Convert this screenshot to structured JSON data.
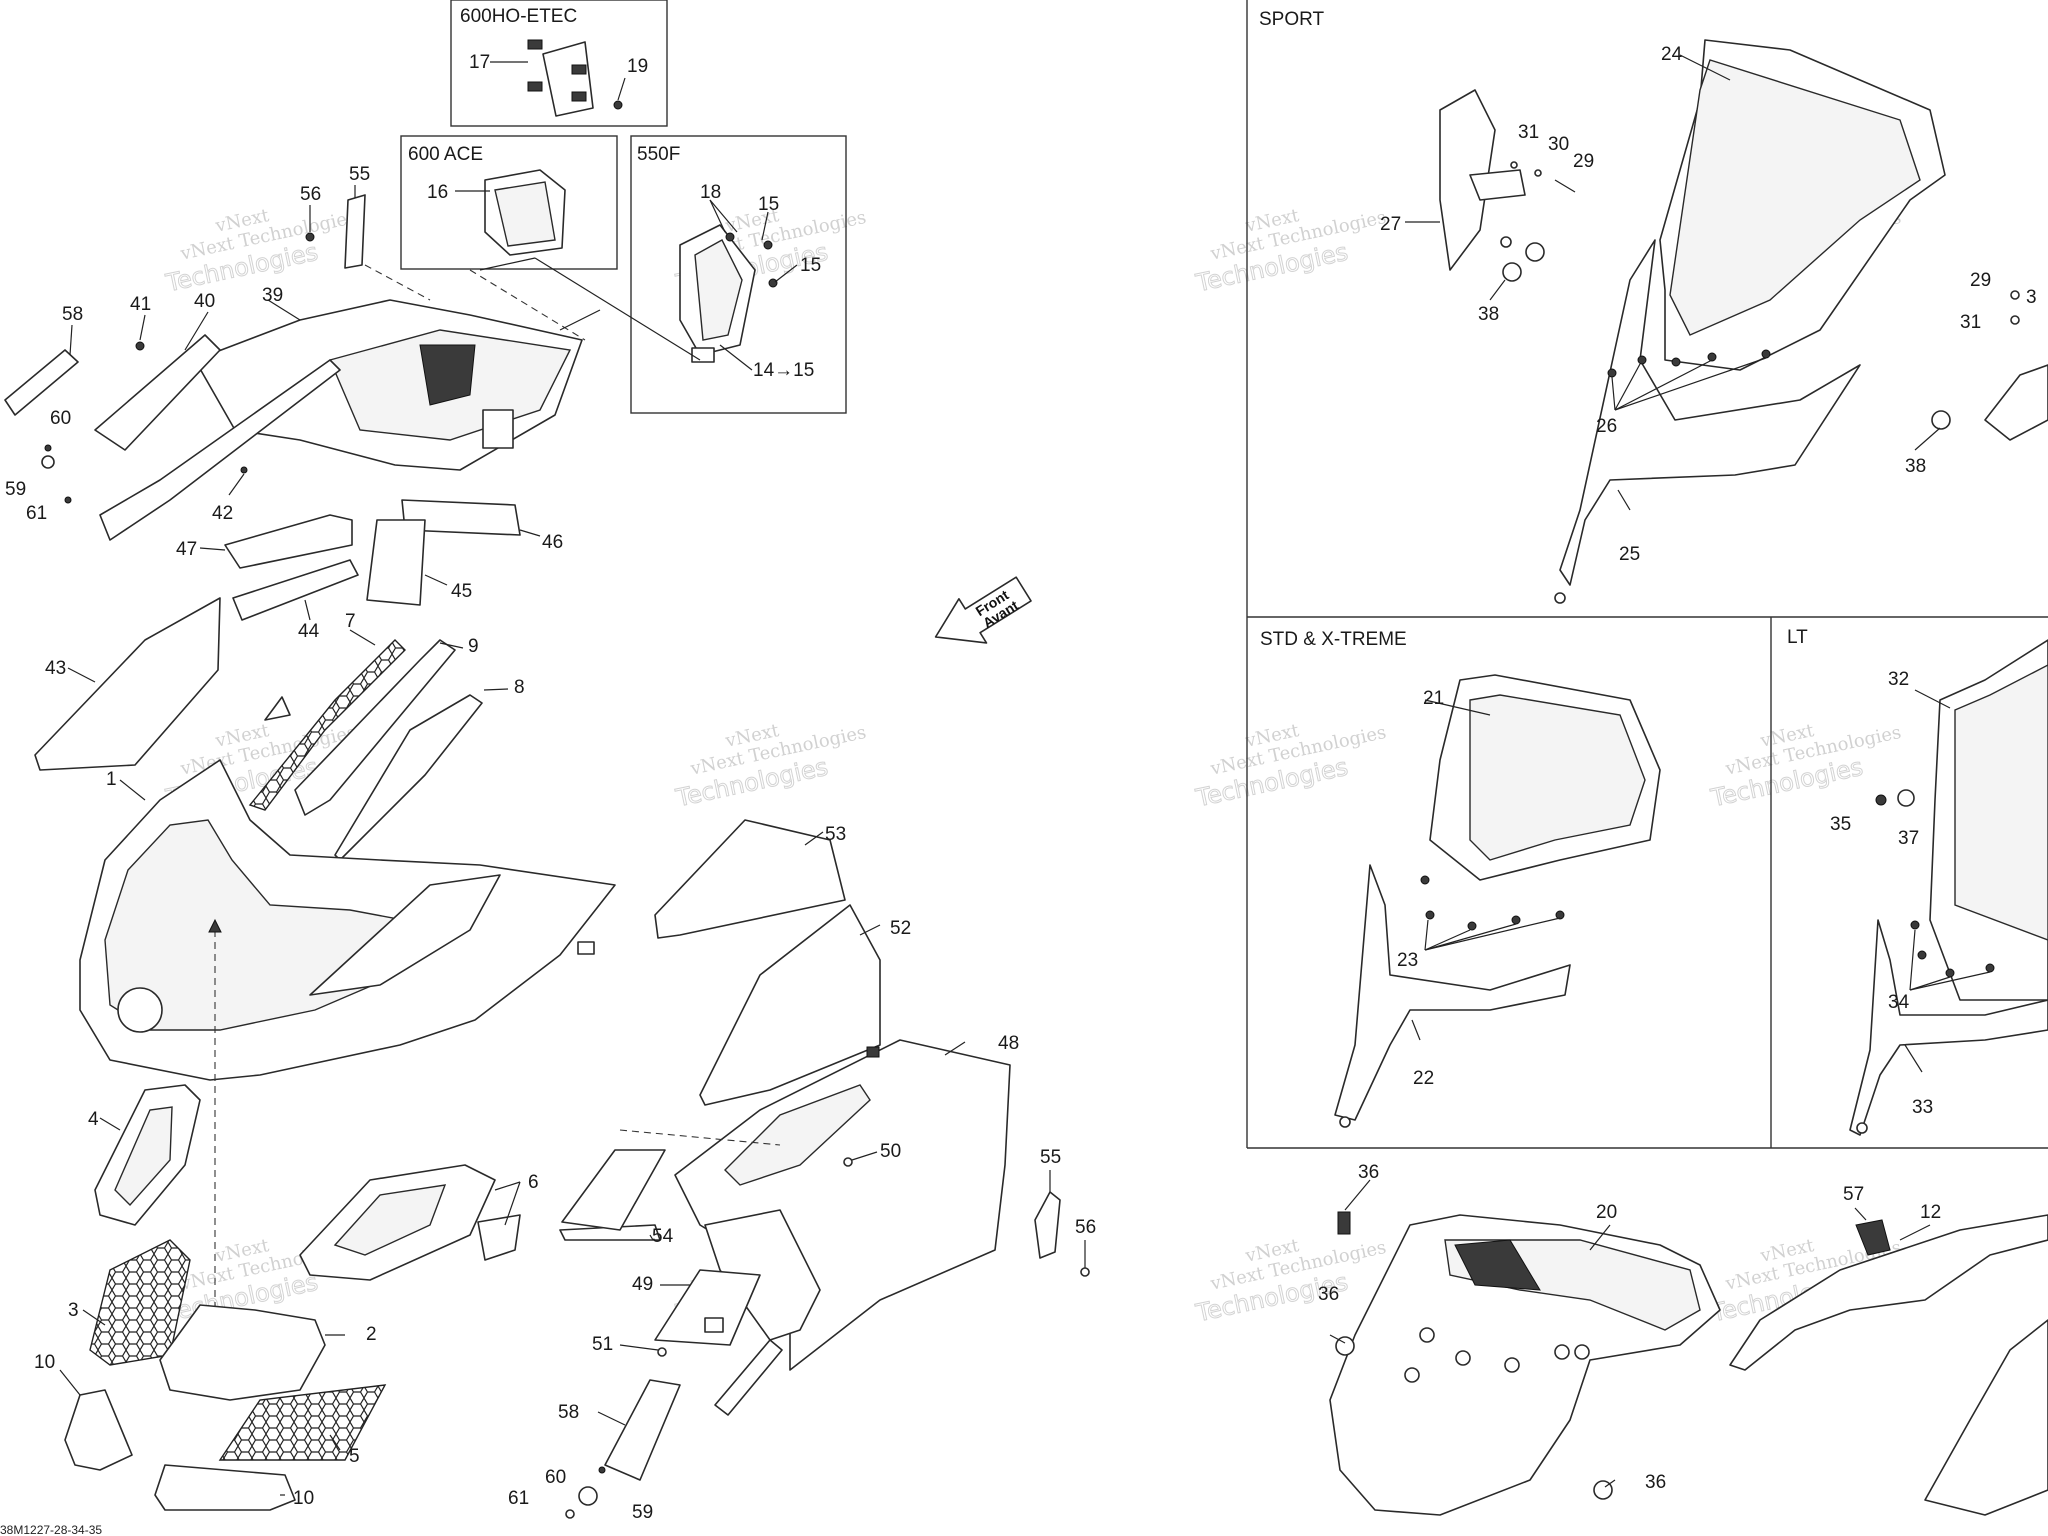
{
  "sections": {
    "etec": "600HO-ETEC",
    "ace": "600 ACE",
    "f550": "550F",
    "sport": "SPORT",
    "std": "STD & X-TREME",
    "lt": "LT"
  },
  "front_arrow": {
    "line1": "Front",
    "line2": "Avant"
  },
  "watermark": {
    "line1": "vNext",
    "line2": "vNext Technologies",
    "line3": "Technologies"
  },
  "drawing_code": "38M1227-28-34-35",
  "callouts": {
    "n1": "1",
    "n2": "2",
    "n3": "3",
    "n4": "4",
    "n5": "5",
    "n6": "6",
    "n7": "7",
    "n8": "8",
    "n9": "9",
    "n10": "10",
    "n12": "12",
    "n14": "14→15",
    "n15": "15",
    "n16": "16",
    "n17": "17",
    "n18": "18",
    "n19": "19",
    "n20": "20",
    "n21": "21",
    "n22": "22",
    "n23": "23",
    "n24": "24",
    "n25": "25",
    "n26": "26",
    "n27": "27",
    "n29": "29",
    "n30": "30",
    "n31": "31",
    "n32": "32",
    "n33": "33",
    "n34": "34",
    "n35": "35",
    "n36": "36",
    "n37": "37",
    "n38": "38",
    "n39": "39",
    "n40": "40",
    "n41": "41",
    "n42": "42",
    "n43": "43",
    "n44": "44",
    "n45": "45",
    "n46": "46",
    "n47": "47",
    "n48": "48",
    "n49": "49",
    "n50": "50",
    "n51": "51",
    "n52": "52",
    "n53": "53",
    "n54": "54",
    "n55": "55",
    "n56": "56",
    "n57": "57",
    "n58": "58",
    "n59": "59",
    "n60": "60",
    "n61": "61",
    "n3b": "3"
  }
}
